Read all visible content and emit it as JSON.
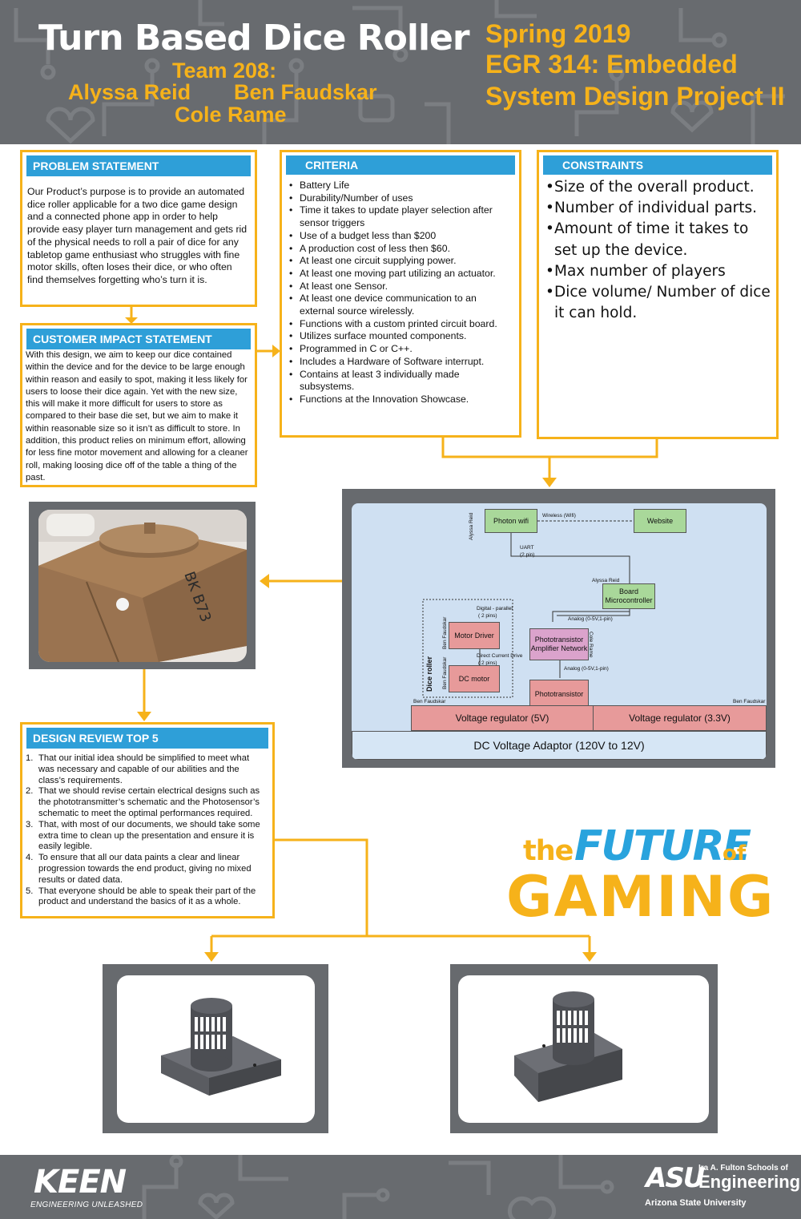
{
  "header": {
    "title": "Turn Based Dice Roller",
    "team_label": "Team 208:",
    "member1": "Alyssa Reid",
    "member2": "Ben Faudskar",
    "member3": "Cole Rame",
    "course_line1": "Spring 2019",
    "course_line2": "EGR 314: Embedded",
    "course_line3": "System Design Project II"
  },
  "problem": {
    "heading": "PROBLEM STATEMENT",
    "text": "Our Product’s purpose is to provide an automated dice roller applicable for a two dice game design and a connected phone app in order to help provide easy player turn management and gets rid of the physical needs to roll a pair of dice for any tabletop game enthusiast who struggles with fine motor skills, often loses their dice, or who often find themselves forgetting who’s turn it is."
  },
  "impact": {
    "heading": "CUSTOMER IMPACT STATEMENT",
    "text": "With this design, we aim to keep our dice contained within the device and for the device to be large enough within reason and easily to spot, making it less likely for users to loose their dice again. Yet with the new size, this will make it more difficult for users to store as compared to their base die set, but we aim to make it within reasonable size so it isn’t as difficult to store. In addition, this product relies on minimum effort, allowing for less fine motor movement and allowing for a cleaner roll, making loosing dice off of the table a thing of the past."
  },
  "criteria": {
    "heading": "CRITERIA",
    "items": [
      "Battery Life",
      "Durability/Number of uses",
      "Time it takes to update player selection after sensor triggers",
      "Use of a budget less than $200",
      "A production cost of less then $60.",
      "At least one circuit supplying power.",
      "At least one moving part utilizing an actuator.",
      "At least one Sensor.",
      "At least one device communication to an external source wirelessly.",
      "Functions with a custom printed circuit board.",
      "Utilizes surface mounted components.",
      "Programmed in C or C++.",
      "Includes a Hardware of Software interrupt.",
      "Contains at least 3 individually made subsystems.",
      "Functions at the Innovation Showcase."
    ]
  },
  "constraints": {
    "heading": "CONSTRAINTS",
    "items": [
      "Size of the overall product.",
      "Number of individual parts.",
      "Amount of time it takes to set up the device.",
      "Max number of players",
      "Dice volume/ Number of dice it can hold."
    ]
  },
  "design_review": {
    "heading": "DESIGN REVIEW TOP 5",
    "items": [
      {
        "num": "1.",
        "text": "That our initial idea should be simplified to meet what was necessary and capable of our abilities and the class’s requirements."
      },
      {
        "num": "2.",
        "text": "That we should revise certain electrical designs such as the phototransmitter’s schematic and the Photosensor’s schematic to meet the optimal performances required."
      },
      {
        "num": "3.",
        "text": "That, with most of our documents, we should take some extra time to clean up the presentation and ensure it is easily legible."
      },
      {
        "num": "4.",
        "text": "To ensure that all our data paints a clear and linear progression towards the end product, giving no mixed results or dated data."
      },
      {
        "num": "5.",
        "text": "That everyone should be able to speak their part of the product and understand the basics of it as a whole."
      }
    ]
  },
  "diagram": {
    "photon": "Photon wifi",
    "website": "Website",
    "wireless": "Wireless (Wifi)",
    "uart": "UART",
    "uart_pins": "(2 pin)",
    "board": "Board Microcontroller",
    "alyssa_top": "Alyssa Reid",
    "alyssa_board": "Alyssa Reid",
    "digital": "Digital - parallel",
    "digital_pins": "( 2 pins)",
    "analog1": "Analog (0-5V,1-pin)",
    "motor_driver": "Motor Driver",
    "amplifier": "Phototransistor Amplifier Network",
    "dc_drive": "Direct Current Drive",
    "dc_drive_pins": "( 2 pins)",
    "analog2": "Analog (0-5V,1-pin)",
    "dc_motor": "DC motor",
    "phototransistor": "Phototransistor",
    "dice_roller": "Dice roller",
    "ben1": "Ben Faudskar",
    "ben2": "Ben Faudskar",
    "cole": "Cole Rame",
    "ben_left": "Ben Faudskar",
    "ben_right": "Ben Faudskar",
    "vreg5": "Voltage regulator (5V)",
    "vreg33": "Voltage regulator (3.3V)",
    "adaptor": "DC Voltage Adaptor (120V to 12V)"
  },
  "prototype_photo": {
    "carton_text": "BK B73"
  },
  "logo": {
    "the": "the",
    "future": "FUTURE",
    "of": "of",
    "gaming": "GAMING"
  },
  "footer": {
    "keen": "KEEN",
    "keen_sub": "ENGINEERING UNLEASHED",
    "asu": "ASU",
    "asu_small": "Ira A. Fulton Schools of",
    "asu_eng": "Engineering",
    "asu_univ": "Arizona State University"
  },
  "colors": {
    "accent_yellow": "#f6b21a",
    "header_blue": "#2e9fd8",
    "band_gray": "#686b6f"
  }
}
